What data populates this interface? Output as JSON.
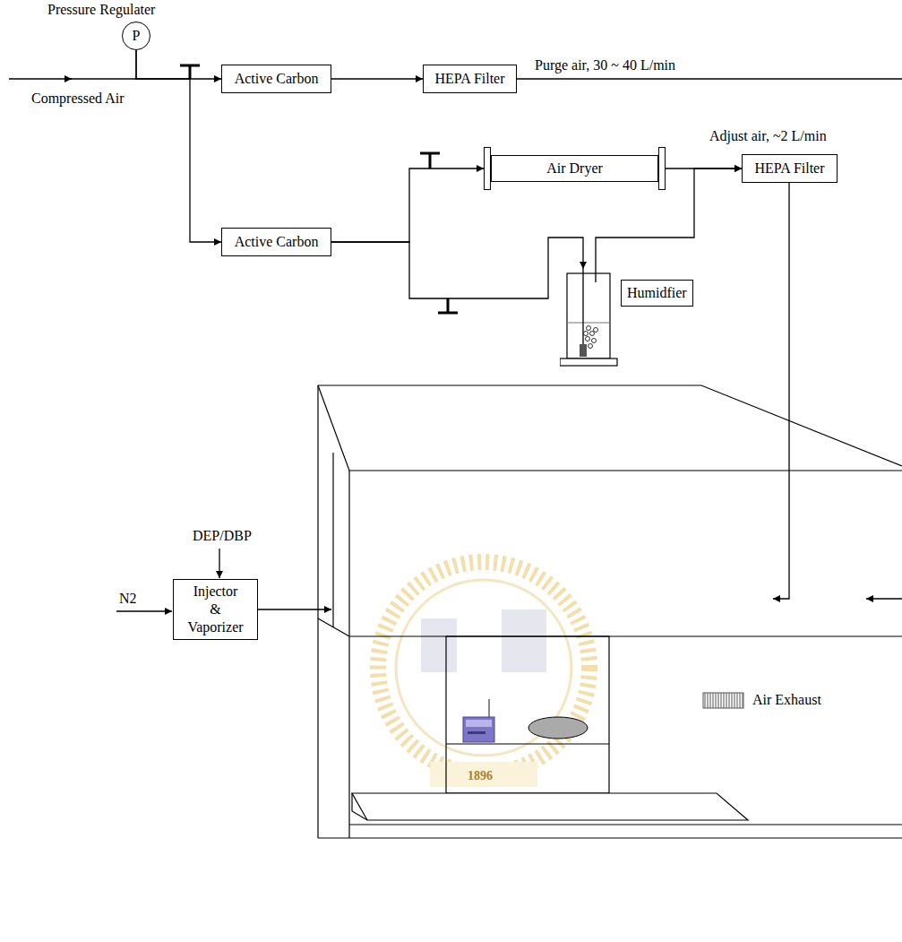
{
  "diagram": {
    "nodes": [
      {
        "text": [
          "Pressure Regulater",
          "P"
        ]
      },
      {
        "text": [
          "Active Carbon"
        ]
      },
      {
        "text": [
          "HEPA Filter"
        ]
      },
      {
        "text": [
          "Active Carbon"
        ]
      },
      {
        "text": [
          "Air Dryer"
        ]
      },
      {
        "text": [
          "HEPA Filter"
        ]
      },
      {
        "text": [
          "Humidfier"
        ]
      },
      {
        "text": [
          "Injector & Vaporizer"
        ]
      }
    ],
    "edges": [
      {
        "from": 0,
        "to": 1,
        "arrow": "to"
      },
      {
        "from": 0,
        "to": 3,
        "arrow": "to"
      },
      {
        "from": 1,
        "to": 2,
        "arrow": "to"
      },
      {
        "from": 3,
        "to": 4,
        "arrow": "to"
      },
      {
        "from": 3,
        "to": 6,
        "arrow": "to"
      },
      {
        "from": 4,
        "to": 5,
        "arrow": "to"
      },
      {
        "from": 6,
        "to": 5,
        "arrow": "to"
      }
    ],
    "labels": [
      "Compressed Air",
      "Purge air, 30 ~ 40 L/min",
      "Adjust air, ~2 L/min",
      "DEP/DBP",
      "N2",
      "Air Exhaust",
      "1896"
    ]
  }
}
